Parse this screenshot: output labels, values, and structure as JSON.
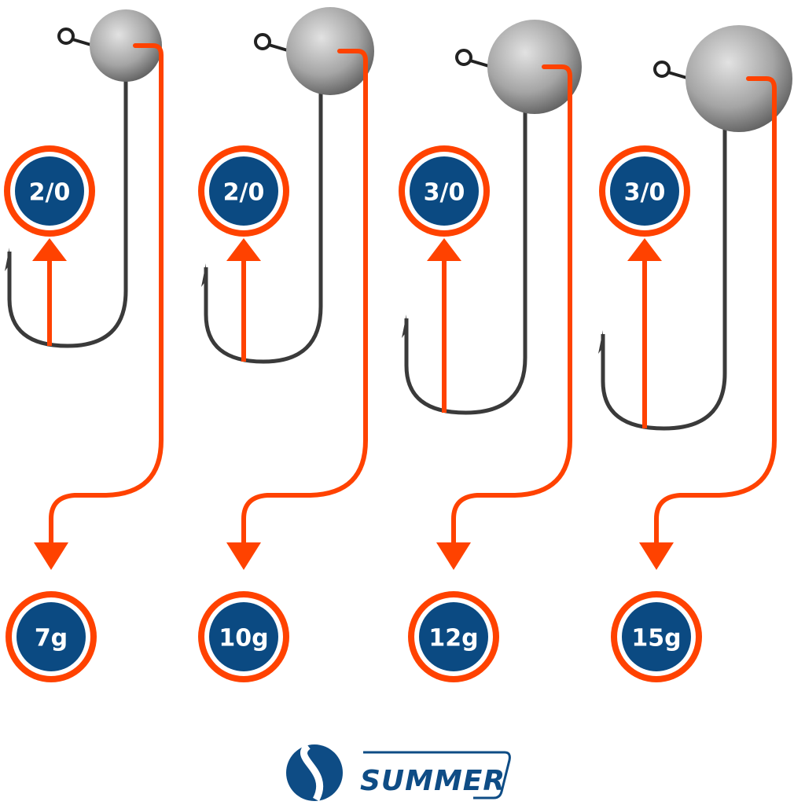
{
  "colors": {
    "accent": "#ff4200",
    "badge": "#0b4a82",
    "hook": "#3a3a3a",
    "lead": "#a8a8a8"
  },
  "jigs": [
    {
      "hook_size": "2/0",
      "weight": "7g"
    },
    {
      "hook_size": "2/0",
      "weight": "10g"
    },
    {
      "hook_size": "3/0",
      "weight": "12g"
    },
    {
      "hook_size": "3/0",
      "weight": "15g"
    }
  ],
  "brand": {
    "name": "SUMMER"
  }
}
